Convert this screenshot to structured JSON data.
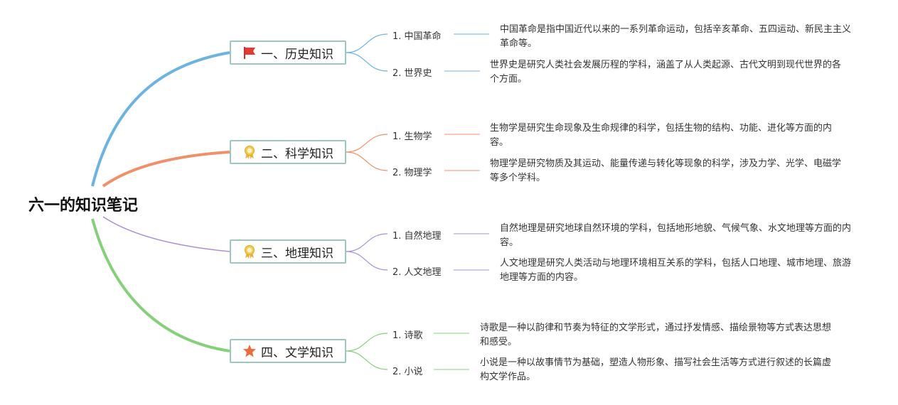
{
  "root": {
    "title": "六一的知识笔记"
  },
  "branches": [
    {
      "label": "一、历史知识",
      "icon": "red-flag-icon",
      "color": "#6bb3e0",
      "leaves": [
        {
          "label": "1. 中国革命",
          "desc": "中国革命是指中国近代以来的一系列革命运动，包括辛亥革命、五四运动、新民主主义革命等。"
        },
        {
          "label": "2. 世界史",
          "desc": "世界史是研究人类社会发展历程的学科，涵盖了从人类起源、古代文明到现代世界的各个方面。"
        }
      ]
    },
    {
      "label": "二、科学知识",
      "icon": "award-ribbon-icon",
      "color": "#f0906a",
      "leaves": [
        {
          "label": "1. 生物学",
          "desc": "生物学是研究生命现象及生命规律的科学，包括生物的结构、功能、进化等方面的内容。"
        },
        {
          "label": "2. 物理学",
          "desc": "物理学是研究物质及其运动、能量传递与转化等现象的科学，涉及力学、光学、电磁学等多个学科。"
        }
      ]
    },
    {
      "label": "三、地理知识",
      "icon": "award-ribbon-icon",
      "color": "#a98fd6",
      "leaves": [
        {
          "label": "1. 自然地理",
          "desc": "自然地理是研究地球自然环境的学科，包括地形地貌、气候气象、水文地理等方面的内容。"
        },
        {
          "label": "2. 人文地理",
          "desc": "人文地理是研究人类活动与地理环境相互关系的学科，包括人口地理、城市地理、旅游地理等方面的内容。"
        }
      ]
    },
    {
      "label": "四、文学知识",
      "icon": "orange-star-icon",
      "color": "#86d07c",
      "leaves": [
        {
          "label": "1. 诗歌",
          "desc": "诗歌是一种以韵律和节奏为特征的文学形式，通过抒发情感、描绘景物等方式表达思想和感受。"
        },
        {
          "label": "2. 小说",
          "desc": "小说是一种以故事情节为基础，塑造人物形象、描写社会生活等方式进行叙述的长篇虚构文学作品。"
        }
      ]
    }
  ]
}
